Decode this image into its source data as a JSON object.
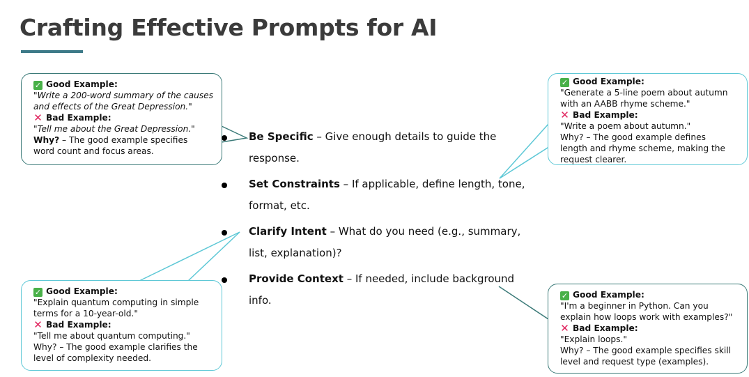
{
  "title": "Crafting Effective Prompts for AI",
  "bullets": [
    {
      "head": "Be Specific",
      "text": " – Give enough details to guide the response."
    },
    {
      "head": "Set Constraints",
      "text": " – If applicable, define length, tone, format, etc."
    },
    {
      "head": "Clarify Intent",
      "text": " – What do you need (e.g., summary, list, explanation)?"
    },
    {
      "head": "Provide Context",
      "text": " – If needed, include background info."
    }
  ],
  "callouts": {
    "top_left": {
      "good_label": "Good Example:",
      "good_lines": [
        "\"Write a 200-word summary of the causes",
        "and effects of the Great Depression.\""
      ],
      "bad_label": "Bad Example:",
      "bad_lines": [
        "\"Tell me about the Great Depression.\""
      ],
      "why_label": "Why?",
      "why_lines": [
        " – The good example specifies",
        "word count and focus areas."
      ]
    },
    "top_right": {
      "good_label": "Good Example:",
      "good_lines": [
        "\"Generate a 5-line poem about autumn",
        "with an AABB rhyme scheme.\""
      ],
      "bad_label": "Bad Example:",
      "bad_lines": [
        "\"Write a poem about autumn.\""
      ],
      "why_lines": [
        "Why? – The good example defines",
        "length and rhyme scheme, making the",
        "request clearer."
      ]
    },
    "bottom_left": {
      "good_label": "Good Example:",
      "good_lines": [
        "\"Explain quantum computing in simple",
        "terms for a 10-year-old.\""
      ],
      "bad_label": "Bad Example:",
      "bad_lines": [
        "\"Tell me about quantum computing.\""
      ],
      "why_lines": [
        "Why? – The good example clarifies the",
        "level of complexity needed."
      ]
    },
    "bottom_right": {
      "good_label": "Good Example:",
      "good_lines": [
        "\"I'm a beginner in Python. Can you",
        "explain how loops work with examples?\""
      ],
      "bad_label": "Bad Example:",
      "bad_lines": [
        "\"Explain loops.\""
      ],
      "why_lines": [
        "Why? – The good example specifies skill",
        "level and request type (examples)."
      ]
    }
  },
  "icons": {
    "good": "check-mark-icon",
    "bad": "cross-mark-icon"
  },
  "colors": {
    "title": "#3b3b3b",
    "accent": "#3d7a88",
    "callout_dark": "#3b7a78",
    "callout_light": "#5ec8d6",
    "good": "#48b048",
    "bad": "#e0245e"
  }
}
